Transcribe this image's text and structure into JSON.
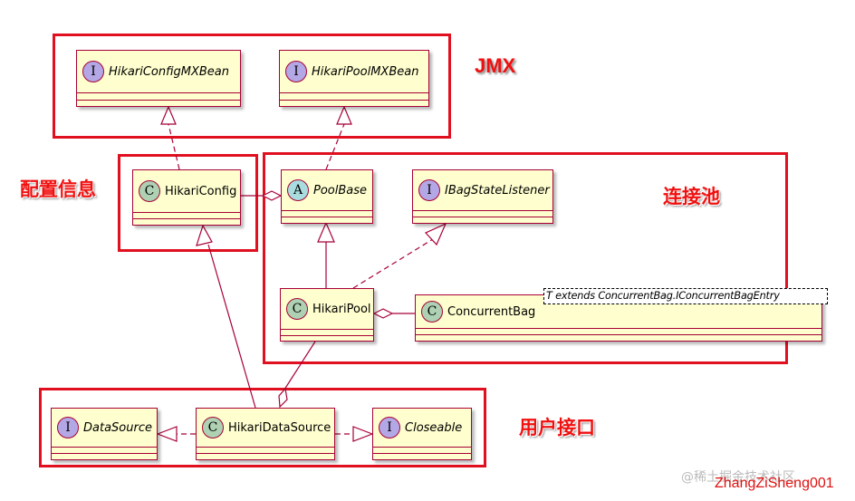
{
  "regions": {
    "jmx": "JMX",
    "config": "配置信息",
    "pool": "连接池",
    "user_interface": "用户接口"
  },
  "classes": {
    "hikari_config_mxbean": {
      "stereotype": "I",
      "name": "HikariConfigMXBean"
    },
    "hikari_pool_mxbean": {
      "stereotype": "I",
      "name": "HikariPoolMXBean"
    },
    "hikari_config": {
      "stereotype": "C",
      "name": "HikariConfig"
    },
    "pool_base": {
      "stereotype": "A",
      "name": "PoolBase"
    },
    "ibag_state_listener": {
      "stereotype": "I",
      "name": "IBagStateListener"
    },
    "hikari_pool": {
      "stereotype": "C",
      "name": "HikariPool"
    },
    "concurrent_bag": {
      "stereotype": "C",
      "name": "ConcurrentBag",
      "type_param": "T extends ConcurrentBag.IConcurrentBagEntry"
    },
    "data_source": {
      "stereotype": "I",
      "name": "DataSource"
    },
    "hikari_data_source": {
      "stereotype": "C",
      "name": "HikariDataSource"
    },
    "closeable": {
      "stereotype": "I",
      "name": "Closeable"
    }
  },
  "watermark": {
    "site": "@稀土掘金技术社区",
    "author": "ZhangZiSheng001"
  },
  "colors": {
    "class_fill": "#fefece",
    "class_border": "#a80036",
    "interface_badge": "#b4a7e5",
    "class_badge": "#add1b2",
    "abstract_badge": "#a9dcdf",
    "region_border": "#e01020",
    "region_label": "#f01010"
  }
}
